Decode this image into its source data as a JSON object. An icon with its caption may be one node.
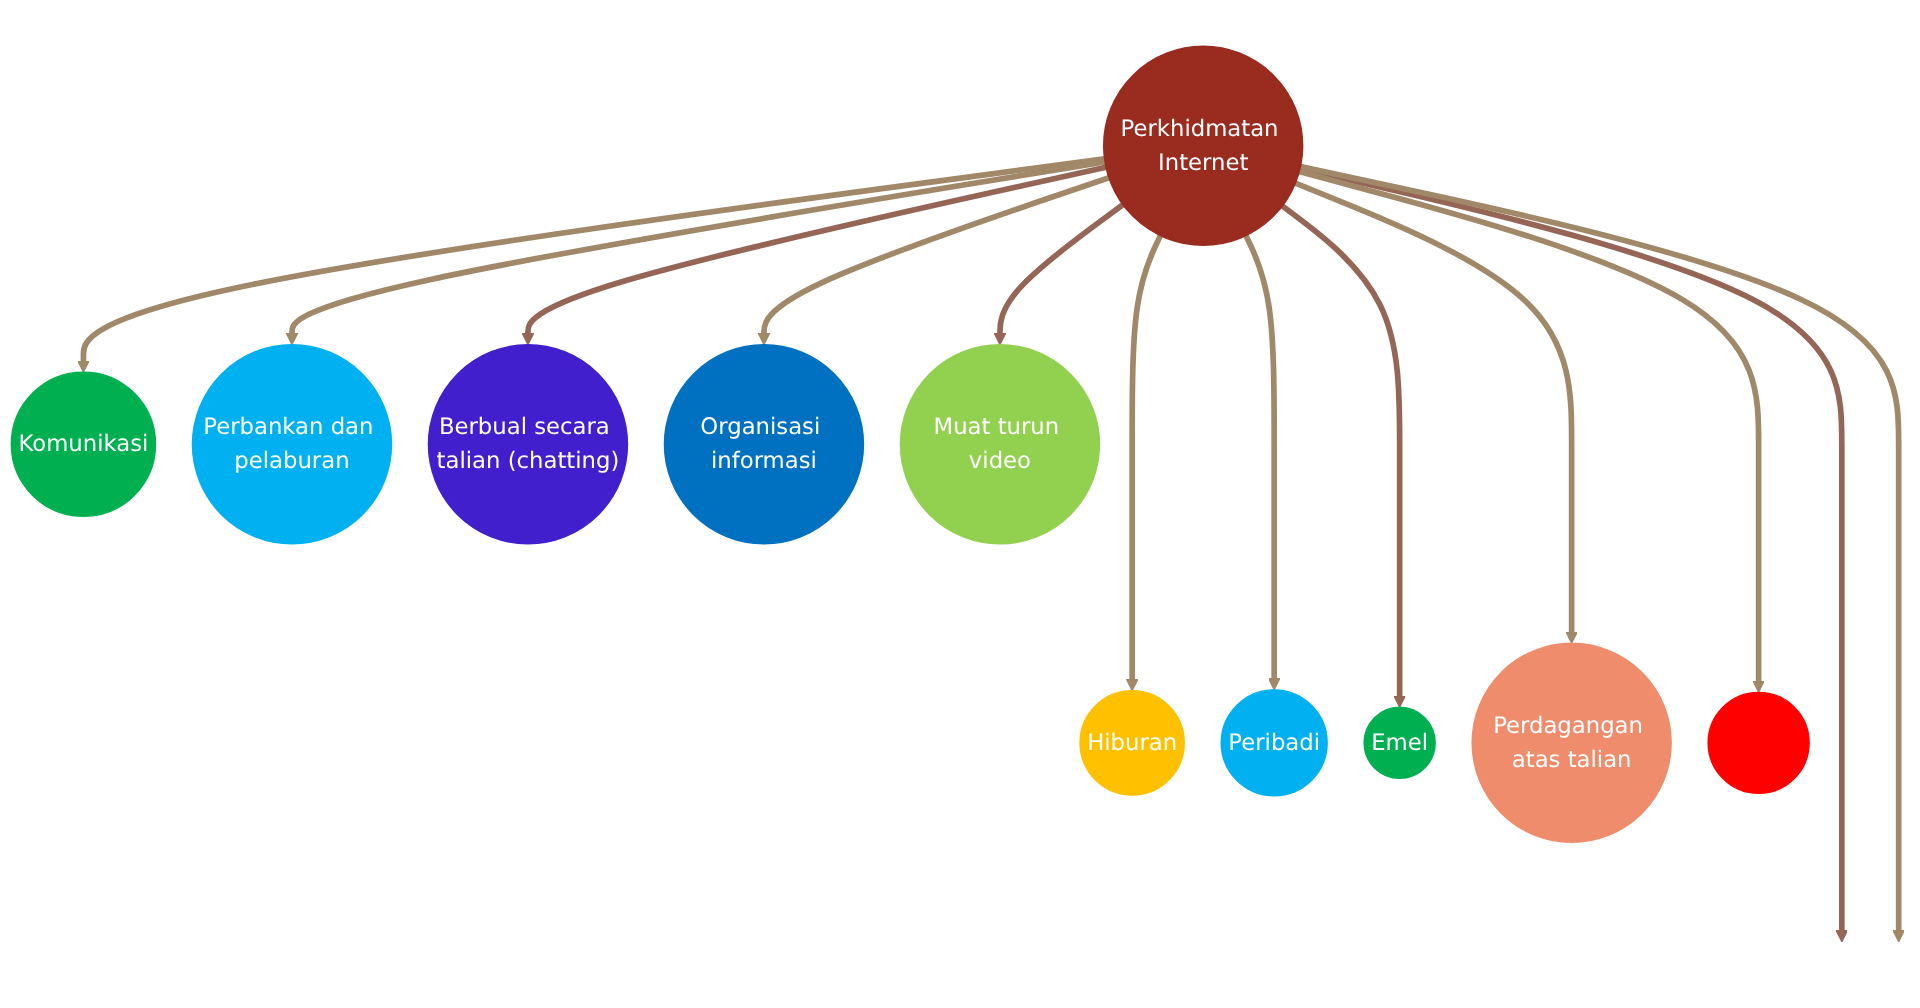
{
  "diagram": {
    "nodes": [
      {
        "text": [
          "Hiburan"
        ]
      },
      {
        "text": [
          "Komunikasi"
        ]
      },
      {
        "text": [
          "Peribadi"
        ]
      },
      {
        "text": [
          "Perbankan dan pelaburan"
        ]
      },
      {
        "text": [
          "Berbual secara talian (chatting)"
        ]
      },
      {
        "text": [
          "Emel"
        ]
      },
      {
        "text": [
          "Perkhidmatan Internet"
        ]
      },
      {
        "text": [
          "Perdagangan atas talian"
        ]
      },
      {
        "text": [
          "Organisasi informasi"
        ]
      },
      {
        "text": [
          "Muat turun video"
        ]
      },
      {
        "text": [],
        "shape": "circle"
      }
    ],
    "edges": [
      {
        "from": 6,
        "to": 1,
        "arrow": "to"
      },
      {
        "from": 6,
        "to": 2,
        "arrow": "to"
      },
      {
        "from": 6,
        "to": 4,
        "arrow": "to",
        "color": "#956656"
      },
      {
        "from": 6,
        "to": 7,
        "arrow": "to"
      },
      {
        "from": 6,
        "to": 9,
        "arrow": "to",
        "color": "#956656"
      },
      {
        "from": 6,
        "to": null,
        "arrow": "to",
        "color": "#956656"
      },
      {
        "from": 6,
        "to": null,
        "arrow": "to"
      },
      {
        "from": 6,
        "to": 10,
        "arrow": "to"
      },
      {
        "from": 6,
        "to": 8,
        "arrow": "to"
      },
      {
        "from": 6,
        "to": 5,
        "arrow": "to",
        "color": "#956656"
      },
      {
        "from": 6,
        "to": 3,
        "arrow": "to"
      },
      {
        "from": 6,
        "to": 0,
        "arrow": "to"
      }
    ]
  }
}
